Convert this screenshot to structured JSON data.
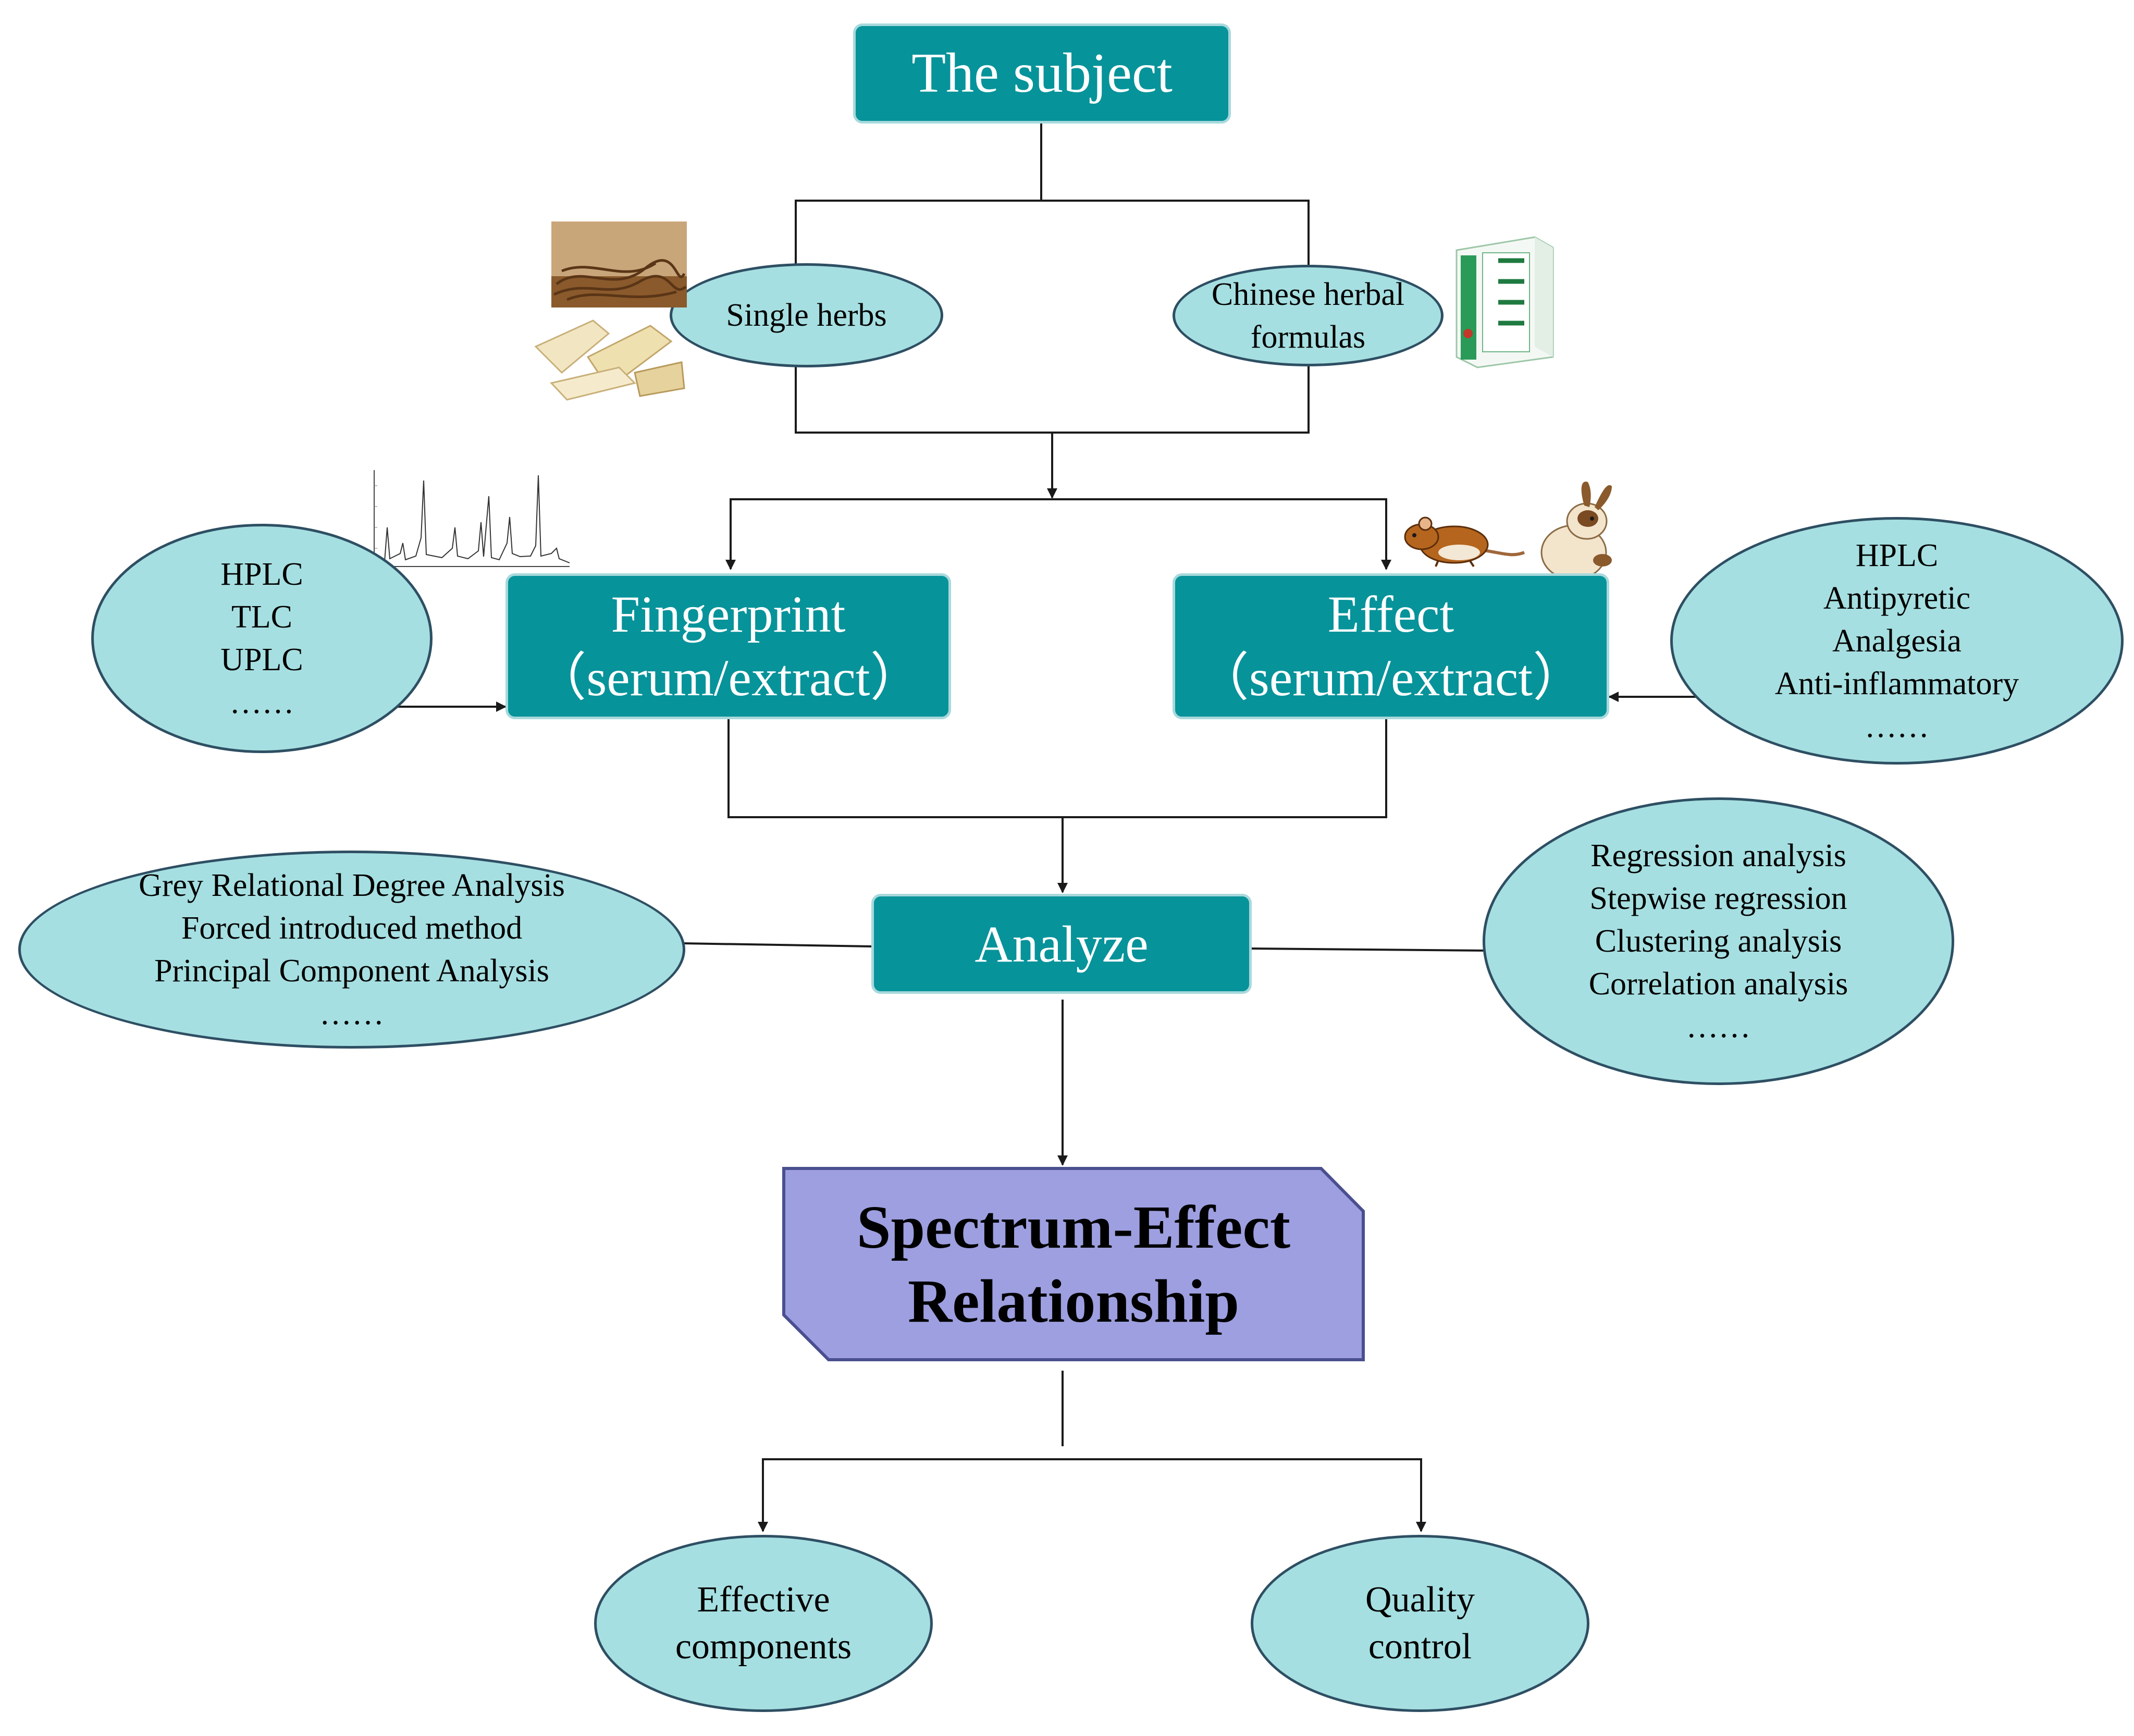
{
  "nodes": {
    "subject": "The subject",
    "single_herbs": "Single herbs",
    "chinese_formulas": [
      "Chinese herbal",
      "formulas"
    ],
    "fingerprint": [
      "Fingerprint",
      "（serum/extract）"
    ],
    "effect": [
      "Effect",
      "（serum/extract）"
    ],
    "analyze": "Analyze",
    "spectrum_effect": [
      "Spectrum-Effect",
      "Relationship"
    ],
    "effective_components": [
      "Effective",
      "components"
    ],
    "quality_control": [
      "Quality",
      "control"
    ]
  },
  "fingerprint_methods": [
    "HPLC",
    "TLC",
    "UPLC",
    "……"
  ],
  "effect_methods": [
    "HPLC",
    "Antipyretic",
    "Analgesia",
    "Anti-inflammatory",
    "……"
  ],
  "analysis_methods_left": [
    "Grey Relational Degree Analysis",
    "Forced introduced method",
    "Principal Component Analysis",
    "……"
  ],
  "analysis_methods_right": [
    "Regression analysis",
    "Stepwise regression",
    "Clustering analysis",
    "Correlation analysis",
    "……"
  ],
  "colors": {
    "box_fill": "#07939a",
    "box_border": "#a8d9dc",
    "ellipse_fill": "#a6dfe1",
    "ellipse_border": "#2e4f63",
    "result_fill": "#9d9fe0",
    "result_border": "#4a4f8f"
  },
  "icons": [
    "dried-herb-photo",
    "sliced-root-photo",
    "medicine-box-photo",
    "chromatogram-thumbnail",
    "rat-picture",
    "rabbit-picture"
  ]
}
